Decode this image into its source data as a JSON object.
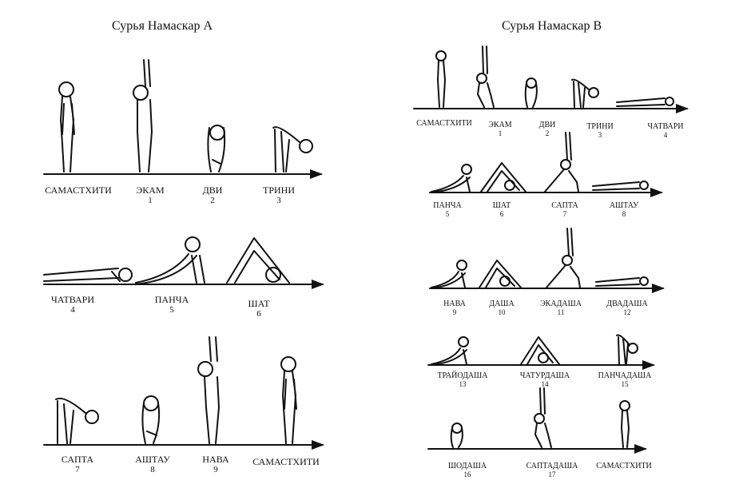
{
  "title_a": "Сурья Намаскар A",
  "title_b": "Сурья Намаскар B",
  "a_rows": [
    [
      {
        "name": "САМАСТХИТИ",
        "num": ""
      },
      {
        "name": "ЭКАМ",
        "num": "1"
      },
      {
        "name": "ДВИ",
        "num": "2"
      },
      {
        "name": "ТРИНИ",
        "num": "3"
      }
    ],
    [
      {
        "name": "ЧАТВАРИ",
        "num": "4"
      },
      {
        "name": "ПАНЧА",
        "num": "5"
      },
      {
        "name": "ШАТ",
        "num": "6"
      }
    ],
    [
      {
        "name": "САПТА",
        "num": "7"
      },
      {
        "name": "АШТАУ",
        "num": "8"
      },
      {
        "name": "НАВА",
        "num": "9"
      },
      {
        "name": "САМАСТХИТИ",
        "num": ""
      }
    ]
  ],
  "b_rows": [
    [
      {
        "name": "САМАСТХИТИ",
        "num": ""
      },
      {
        "name": "ЭКАМ",
        "num": "1"
      },
      {
        "name": "ДВИ",
        "num": "2"
      },
      {
        "name": "ТРИНИ",
        "num": "3"
      },
      {
        "name": "ЧАТВАРИ",
        "num": "4"
      }
    ],
    [
      {
        "name": "ПАНЧА",
        "num": "5"
      },
      {
        "name": "ШАТ",
        "num": "6"
      },
      {
        "name": "САПТА",
        "num": "7"
      },
      {
        "name": "АШТАУ",
        "num": "8"
      }
    ],
    [
      {
        "name": "НАВА",
        "num": "9"
      },
      {
        "name": "ДАША",
        "num": "10"
      },
      {
        "name": "ЭКАДАША",
        "num": "11"
      },
      {
        "name": "ДВАДАША",
        "num": "12"
      }
    ],
    [
      {
        "name": "ТРАЙОДАША",
        "num": "13"
      },
      {
        "name": "ЧАТУРДАША",
        "num": "14"
      },
      {
        "name": "ПАНЧАДАША",
        "num": "15"
      }
    ],
    [
      {
        "name": "ШОДАША",
        "num": "16"
      },
      {
        "name": "САПТАДАША",
        "num": "17"
      },
      {
        "name": "САМАСТХИТИ",
        "num": ""
      }
    ]
  ]
}
